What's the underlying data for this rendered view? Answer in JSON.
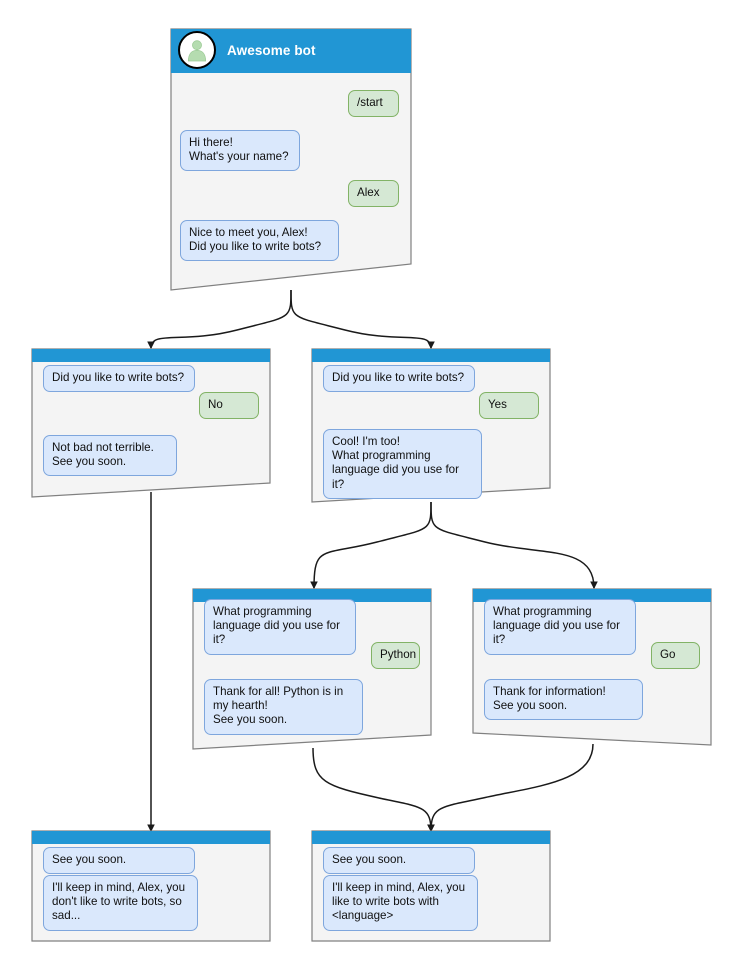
{
  "diagram": {
    "title": "Awesome bot dialog flow",
    "colors": {
      "header_blue": "#2196d4",
      "card_body": "#f4f4f4",
      "card_border": "#808080",
      "bot_bubble_fill": "#dae8fc",
      "bot_bubble_stroke": "#7ea6dd",
      "user_bubble_fill": "#d5e8d4",
      "user_bubble_stroke": "#82b366",
      "avatar_person": "#b5dcb0",
      "edge": "#1a1a1a"
    }
  },
  "cards": [
    {
      "id": "start",
      "header": {
        "type": "bot",
        "avatar_icon": "person-avatar-icon",
        "title": "Awesome bot"
      },
      "messages": [
        {
          "from": "user",
          "text": "/start"
        },
        {
          "from": "bot",
          "text": "Hi there!\nWhat's your name?"
        },
        {
          "from": "user",
          "text": "Alex"
        },
        {
          "from": "bot",
          "text": "Nice to meet you, Alex!\nDid you like to write bots?"
        }
      ]
    },
    {
      "id": "answer-no",
      "header": {
        "type": "plain",
        "title": ""
      },
      "messages": [
        {
          "from": "bot",
          "text": "Did you like to write bots?"
        },
        {
          "from": "user",
          "text": "No"
        },
        {
          "from": "bot",
          "text": "Not bad not terrible.\nSee you soon."
        }
      ]
    },
    {
      "id": "answer-yes",
      "header": {
        "type": "plain",
        "title": ""
      },
      "messages": [
        {
          "from": "bot",
          "text": "Did you like to write bots?"
        },
        {
          "from": "user",
          "text": "Yes"
        },
        {
          "from": "bot",
          "text": "Cool! I'm too!\nWhat programming\nlanguage did you use for it?"
        }
      ]
    },
    {
      "id": "answer-python",
      "header": {
        "type": "plain",
        "title": ""
      },
      "messages": [
        {
          "from": "bot",
          "text": "What programming\nlanguage did you use for it?"
        },
        {
          "from": "user",
          "text": "Python"
        },
        {
          "from": "bot",
          "text": "Thank for all! Python is in\nmy hearth!\nSee you soon."
        }
      ]
    },
    {
      "id": "answer-go",
      "header": {
        "type": "plain",
        "title": ""
      },
      "messages": [
        {
          "from": "bot",
          "text": "What programming\nlanguage did you use for it?"
        },
        {
          "from": "user",
          "text": "Go"
        },
        {
          "from": "bot",
          "text": "Thank for information!\nSee you soon."
        }
      ]
    },
    {
      "id": "end-no",
      "header": {
        "type": "plain",
        "title": ""
      },
      "messages": [
        {
          "from": "bot",
          "text": "See you soon."
        },
        {
          "from": "bot",
          "text": "I'll keep in mind, Alex, you\ndon't like to write bots, so\nsad..."
        }
      ]
    },
    {
      "id": "end-yes",
      "header": {
        "type": "plain",
        "title": ""
      },
      "messages": [
        {
          "from": "bot",
          "text": "See you soon."
        },
        {
          "from": "bot",
          "text": "I'll keep in mind, Alex, you\nlike to write bots with\n<language>"
        }
      ]
    }
  ],
  "text": {
    "c0_m0": "/start",
    "c0_m1": "Hi there!\nWhat's your name?",
    "c0_m2": "Alex",
    "c0_m3": "Nice to meet you, Alex!\nDid you like to write bots?",
    "c0_title": "Awesome bot",
    "c1_m0": "Did you like to write bots?",
    "c1_m1": "No",
    "c1_m2": "Not bad not terrible.\nSee you soon.",
    "c2_m0": "Did you like to write bots?",
    "c2_m1": "Yes",
    "c2_m2": "Cool! I'm too!\nWhat programming\nlanguage did you use for it?",
    "c3_m0": "What programming\nlanguage did you use for it?",
    "c3_m1": "Python",
    "c3_m2": "Thank for all! Python is in\nmy hearth!\nSee you soon.",
    "c4_m0": "What programming\nlanguage did you use for it?",
    "c4_m1": "Go",
    "c4_m2": "Thank for information!\nSee you soon.",
    "c5_m0": "See you soon.",
    "c5_m1": "I'll keep in mind, Alex, you\ndon't like to write bots, so\nsad...",
    "c6_m0": "See you soon.",
    "c6_m1": "I'll keep in mind, Alex, you\nlike to write bots with\n<language>"
  }
}
